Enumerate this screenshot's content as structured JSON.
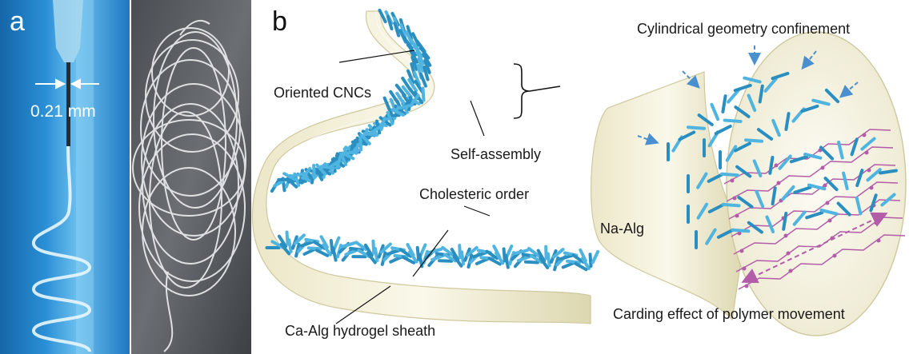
{
  "panels": {
    "a": {
      "letter": "a",
      "needle_measure": "0.21 mm"
    },
    "b": {
      "letter": "b",
      "labels": {
        "oriented": "Oriented CNCs",
        "self_assembly": "Self-assembly",
        "cholesteric": "Cholesteric order",
        "sheath": "Ca-Alg hydrogel sheath",
        "cylindrical": "Cylindrical geometry confinement",
        "na_alg": "Na-Alg",
        "carding": "Carding effect of polymer movement"
      }
    }
  },
  "colors": {
    "cnc_rod": "#2a8fc0",
    "cnc_rod_light": "#4fb4e0",
    "sheath": "#f3f0d9",
    "sheath_edge": "#d9d4b0",
    "polymer": "#b35ca8",
    "arrow": "#4a8fd0",
    "photo_blue": "#1f7fc6"
  },
  "icons": {
    "needle": "syringe-needle-icon",
    "fiber_coil": "fiber-bundle-icon",
    "brace": "curly-brace-icon"
  }
}
